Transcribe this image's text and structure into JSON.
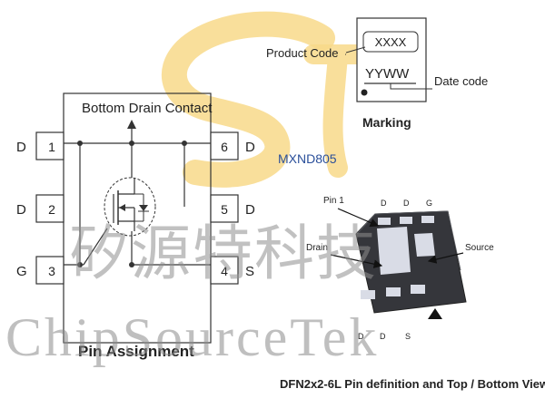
{
  "schematic": {
    "title": "Bottom Drain Contact",
    "caption": "Pin Assignment",
    "pins": [
      {
        "num": "1",
        "signal": "D"
      },
      {
        "num": "2",
        "signal": "D"
      },
      {
        "num": "3",
        "signal": "G"
      },
      {
        "num": "4",
        "signal": "S"
      },
      {
        "num": "5",
        "signal": "D"
      },
      {
        "num": "6",
        "signal": "D"
      }
    ]
  },
  "marking": {
    "product_code_label": "Product Code",
    "product_code_value": "XXXX",
    "date_code_value": "YYWW",
    "date_code_label": "Date code",
    "caption": "Marking"
  },
  "part_number": "MXND805",
  "package": {
    "pin1_label": "Pin 1",
    "top_labels": [
      "D",
      "D",
      "G"
    ],
    "drain_label": "Drain",
    "source_label": "Source",
    "bottom_labels": [
      "D",
      "D",
      "S"
    ],
    "caption": "DFN2x2-6L Pin definition and Top / Bottom View"
  },
  "watermark": {
    "chinese": "矽源特科技",
    "english": "ChipSourceTek"
  },
  "colors": {
    "logo_yellow": "#f8d98a",
    "part_number_blue": "#2a4f9a",
    "package_body": "#35363b",
    "pad_color": "#d9dce6"
  }
}
